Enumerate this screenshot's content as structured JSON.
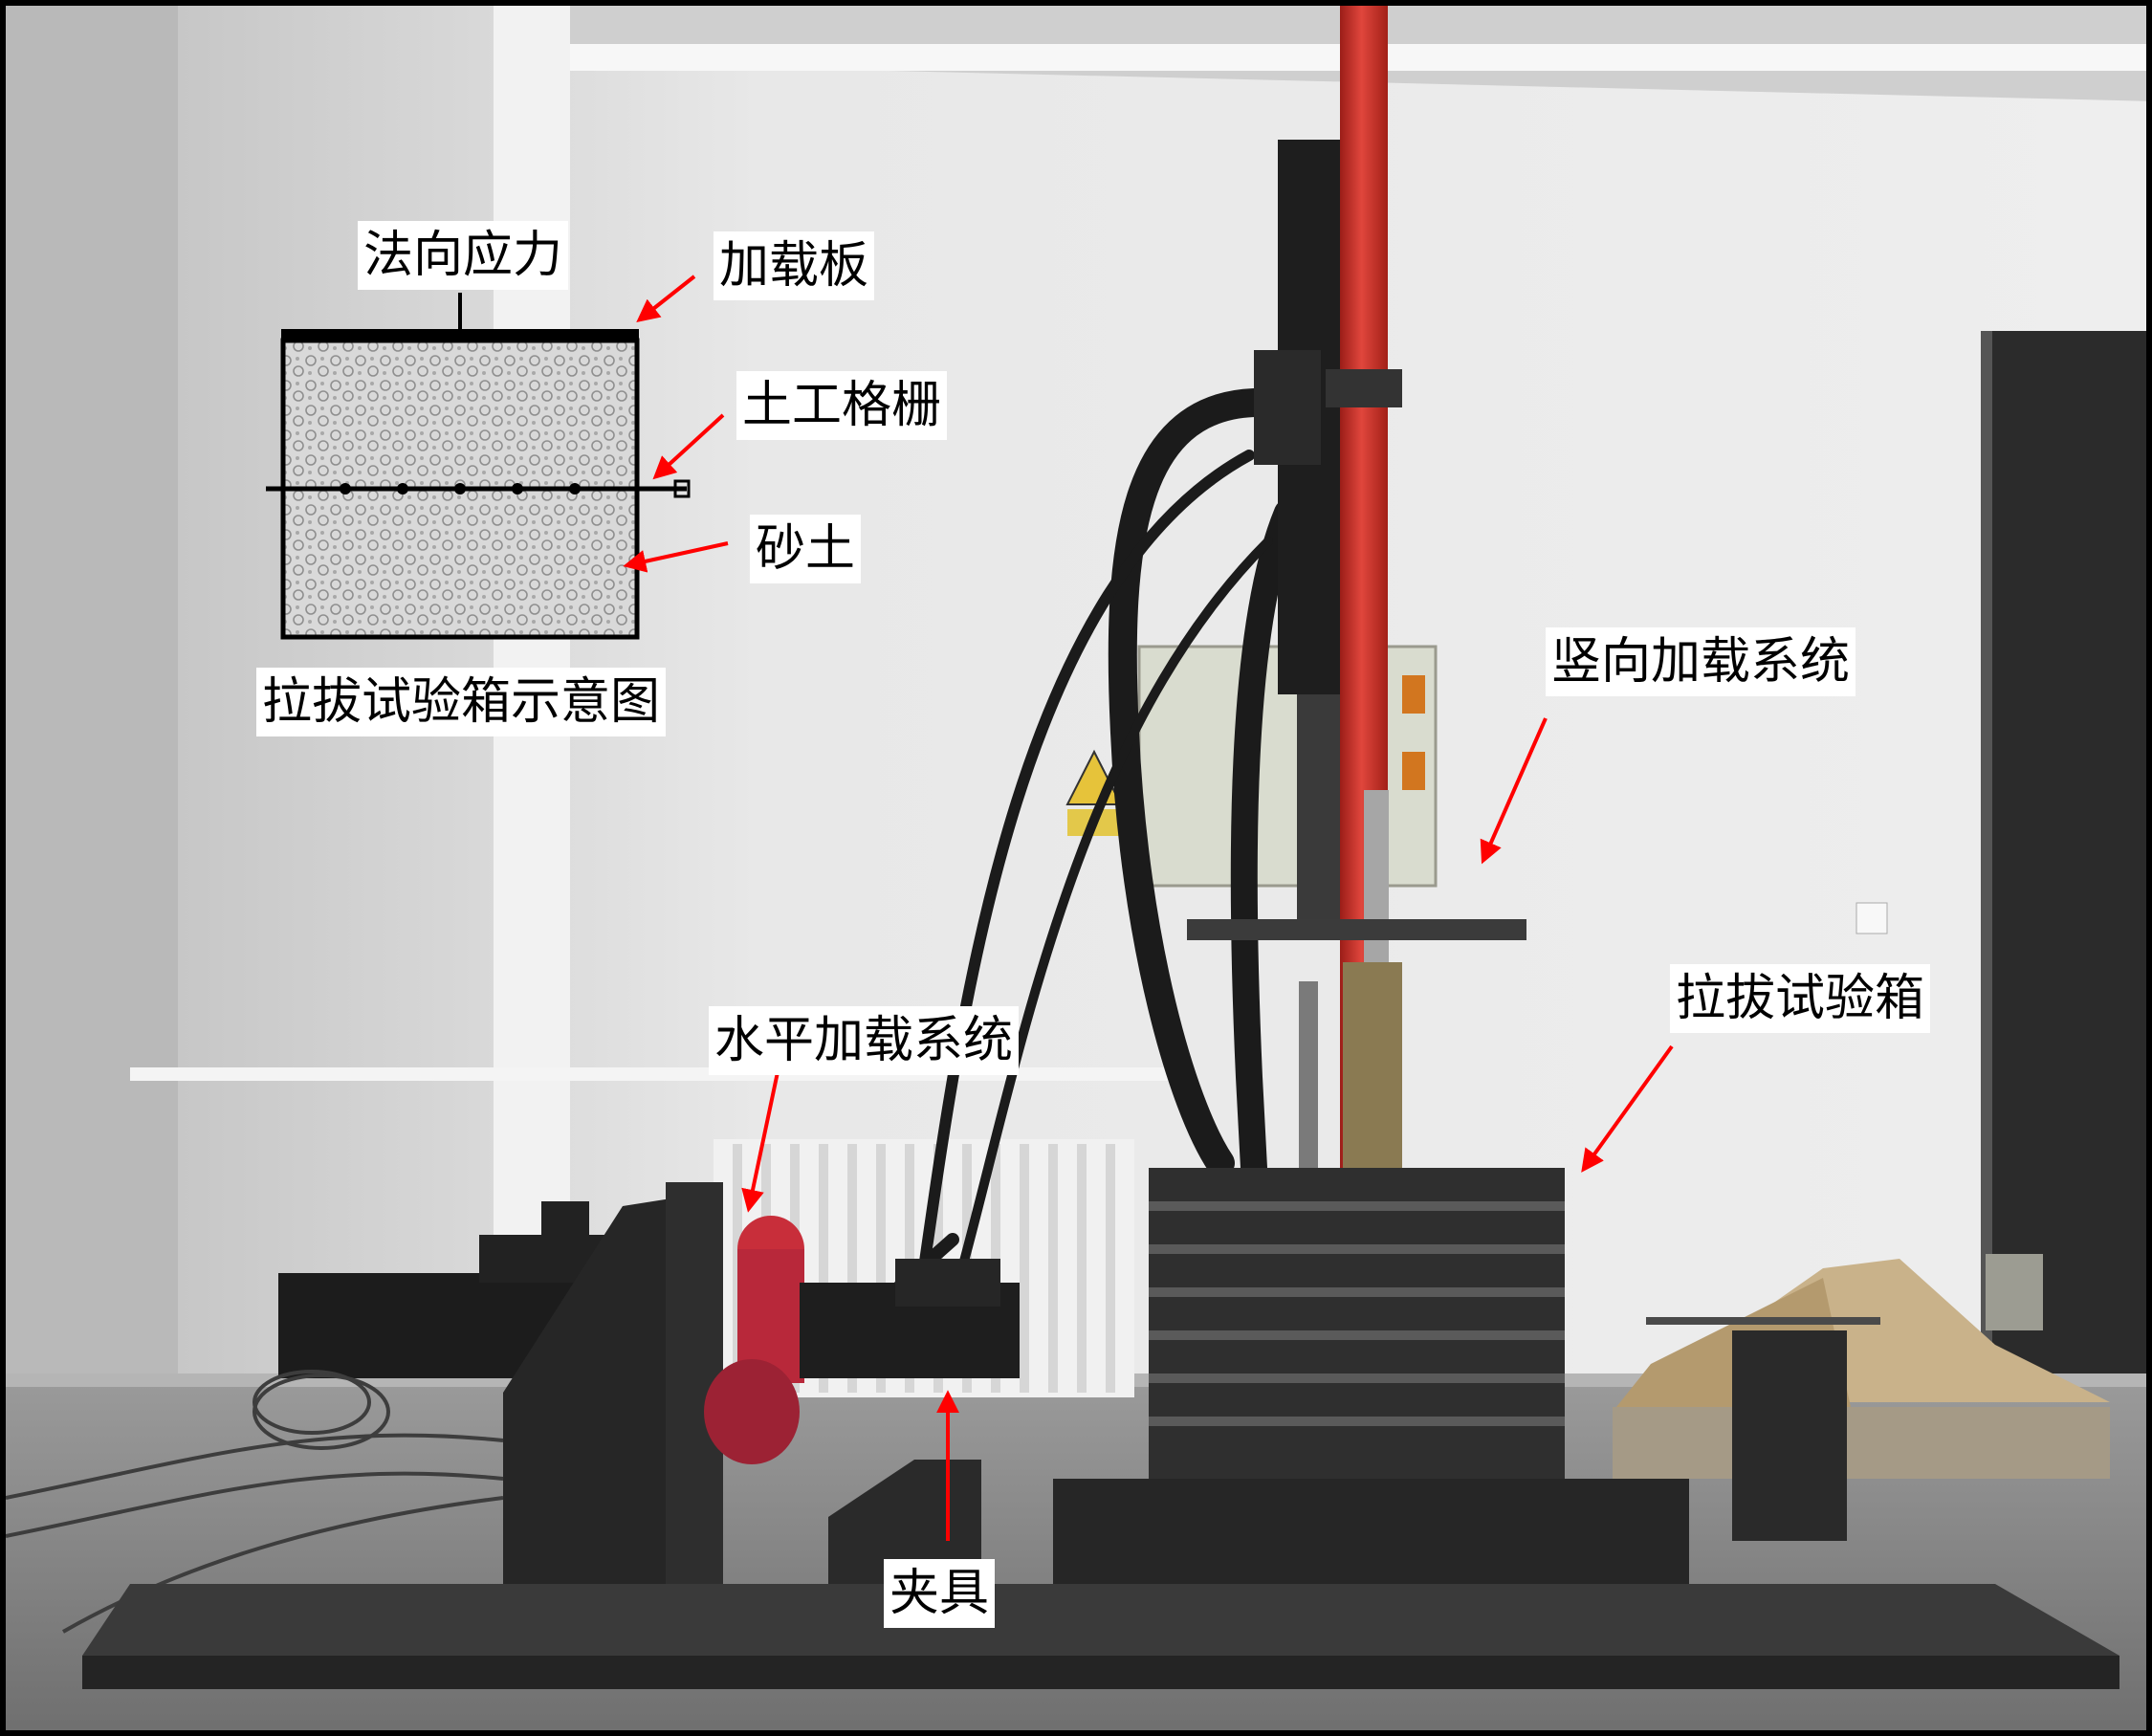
{
  "labels": {
    "normal_stress": "法向应力",
    "loading_plate": "加载板",
    "geogrid": "土工格栅",
    "sand": "砂土",
    "schematic_caption": "拉拔试验箱示意图",
    "vertical_loading_system": "竖向加载系统",
    "pullout_box": "拉拔试验箱",
    "horizontal_loading_system": "水平加载系统",
    "clamp": "夹具"
  },
  "colors": {
    "arrow": "#ff0000",
    "label_bg": "#ffffff",
    "frame": "#000000",
    "actuator_rod": "#d8322a"
  }
}
